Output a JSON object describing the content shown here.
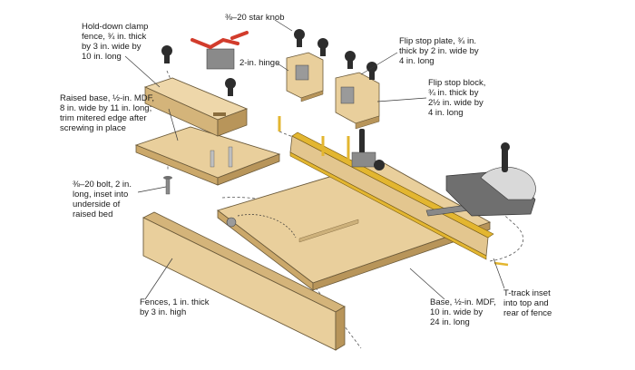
{
  "figure": {
    "callouts": {
      "star_knob": "⅜–20 star knob",
      "hold_down_clamp": "Hold-down clamp\nfence, ¾ in. thick\nby 3 in. wide by\n10 in. long",
      "hinge": "2-in. hinge",
      "flip_stop_plate": "Flip stop plate, ¾ in.\nthick by 2 in. wide by\n4 in. long",
      "flip_stop_block": "Flip stop block,\n¾ in. thick by\n2½ in. wide by\n4 in. long",
      "raised_base": "Raised base, ½-in. MDF,\n8 in. wide by 11 in. long;\ntrim mitered edge after\nscrewing in place",
      "bolt": "⅜–20 bolt, 2 in.\nlong, inset into\nunderside of\nraised bed",
      "fences": "Fences, 1 in. thick\nby 3 in. high",
      "base": "Base, ½-in. MDF,\n10 in. wide by\n24 in. long",
      "t_track": "T-track inset\ninto top and\nrear of fence"
    },
    "colors": {
      "wood": "#e9cf9c",
      "wood_shade": "#cba86a",
      "wood_dark": "#9a7a45",
      "t_track": "#e3b630",
      "metal": "#6f6f6f",
      "knob": "#2d2d2d",
      "clamp_red": "#d23c2c",
      "leader": "#3a3a3a"
    }
  }
}
